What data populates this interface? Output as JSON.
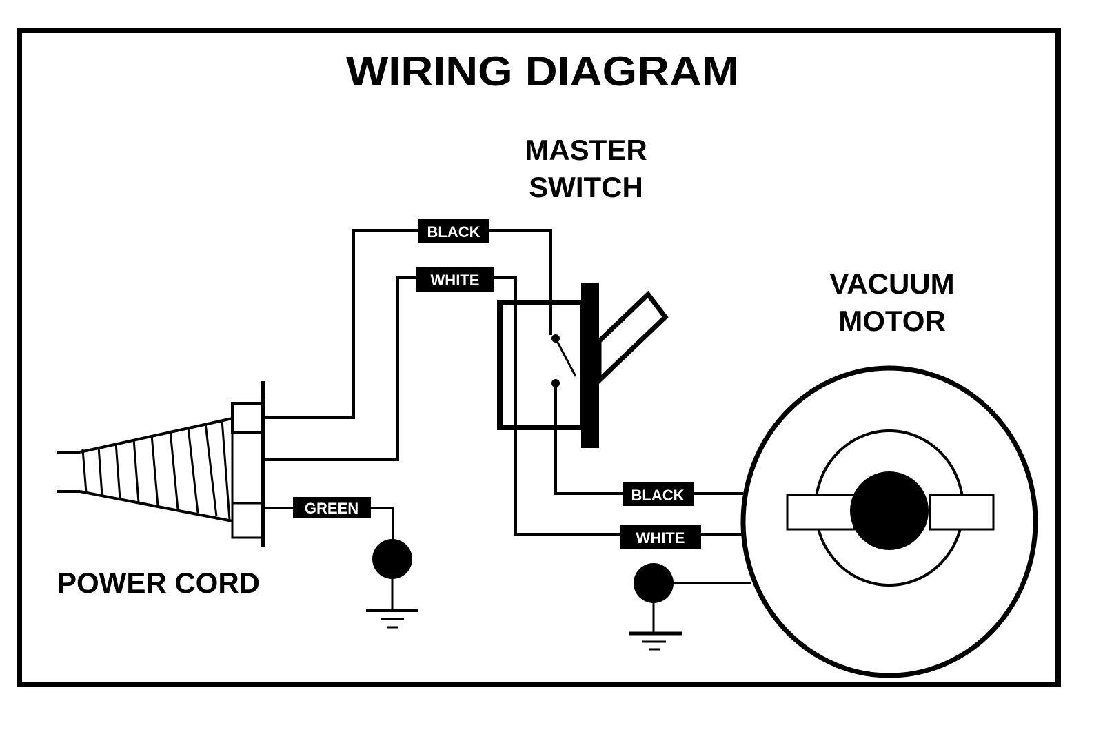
{
  "title": "WIRING DIAGRAM",
  "components": {
    "master_switch": {
      "line1": "MASTER",
      "line2": "SWITCH"
    },
    "vacuum_motor": {
      "line1": "VACUUM",
      "line2": "MOTOR"
    },
    "power_cord": {
      "label": "POWER CORD"
    }
  },
  "wire_tags": {
    "cord_black": "BLACK",
    "cord_white": "WHITE",
    "cord_green": "GREEN",
    "motor_black": "BLACK",
    "motor_white": "WHITE"
  },
  "colors": {
    "ink": "#000000",
    "paper": "#ffffff"
  }
}
